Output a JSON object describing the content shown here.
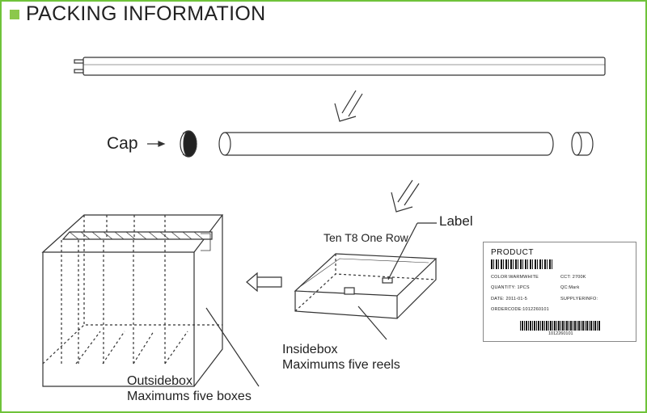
{
  "header": {
    "title": "PACKING INFORMATION"
  },
  "labels": {
    "cap": "Cap",
    "label": "Label",
    "row": "Ten T8 One Row",
    "inside_box_line1": "Insidebox",
    "inside_box_line2": "Maximums five reels",
    "outside_box_line1": "Outsidebox",
    "outside_box_line2": "Maximums five boxes"
  },
  "product_label": {
    "heading": "PRODUCT",
    "color": "COLOR:WARMWHITE",
    "cct": "CCT: 2700K",
    "quantity": "QUANTITY: 1PCS",
    "qc": "QC:Mark",
    "date": "DATE: 2011-01-5",
    "supplier": "SUPPLYERINFO:",
    "ordercode": "ORDERCODE:1012260101",
    "barcode_number": "1012260101"
  },
  "colors": {
    "frame": "#6fc33a",
    "accent_square": "#8cc84b",
    "line": "#333333"
  }
}
